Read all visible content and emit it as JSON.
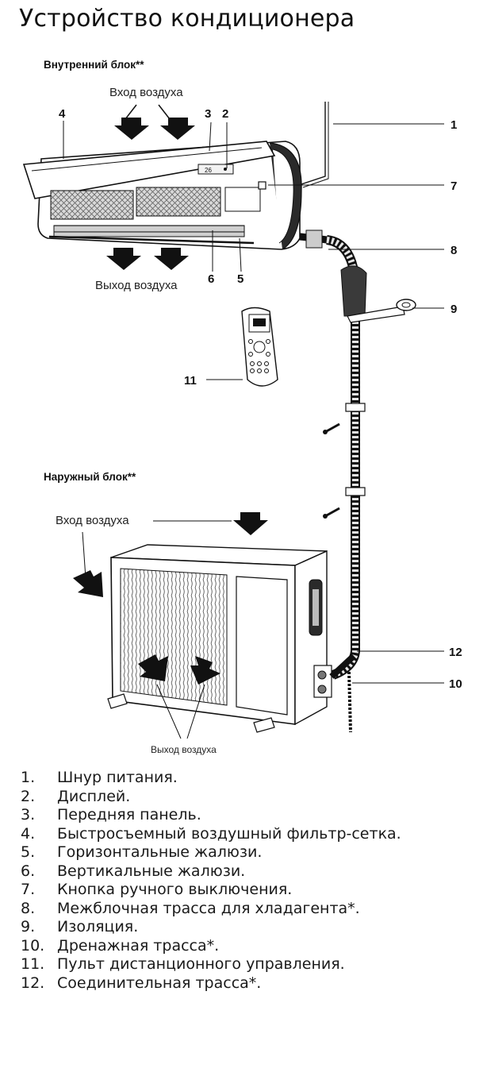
{
  "title": "Устройство кондиционера",
  "indoor_unit": {
    "label": "Внутренний блок**",
    "air_in": "Вход воздуха",
    "air_out": "Выход воздуха",
    "display_value": "26"
  },
  "outdoor_unit": {
    "label": "Наружный блок**",
    "air_in": "Вход воздуха",
    "air_out": "Выход воздуха"
  },
  "callouts": [
    "1",
    "2",
    "3",
    "4",
    "5",
    "6",
    "7",
    "8",
    "9",
    "10",
    "11",
    "12"
  ],
  "legend": [
    {
      "num": "1.",
      "text": "Шнур питания."
    },
    {
      "num": "2.",
      "text": "Дисплей."
    },
    {
      "num": "3.",
      "text": "Передняя панель."
    },
    {
      "num": "4.",
      "text": "Быстросъемный воздушный фильтр-сетка."
    },
    {
      "num": "5.",
      "text": "Горизонтальные жалюзи."
    },
    {
      "num": "6.",
      "text": "Вертикальные жалюзи."
    },
    {
      "num": "7.",
      "text": "Кнопка ручного выключения."
    },
    {
      "num": "8.",
      "text": "Межблочная трасса для хладагента*."
    },
    {
      "num": "9.",
      "text": "Изоляция."
    },
    {
      "num": "10.",
      "text": "Дренажная трасса*."
    },
    {
      "num": "11.",
      "text": "Пульт дистанционного управления."
    },
    {
      "num": "12.",
      "text": "Соединительная трасса*."
    }
  ]
}
